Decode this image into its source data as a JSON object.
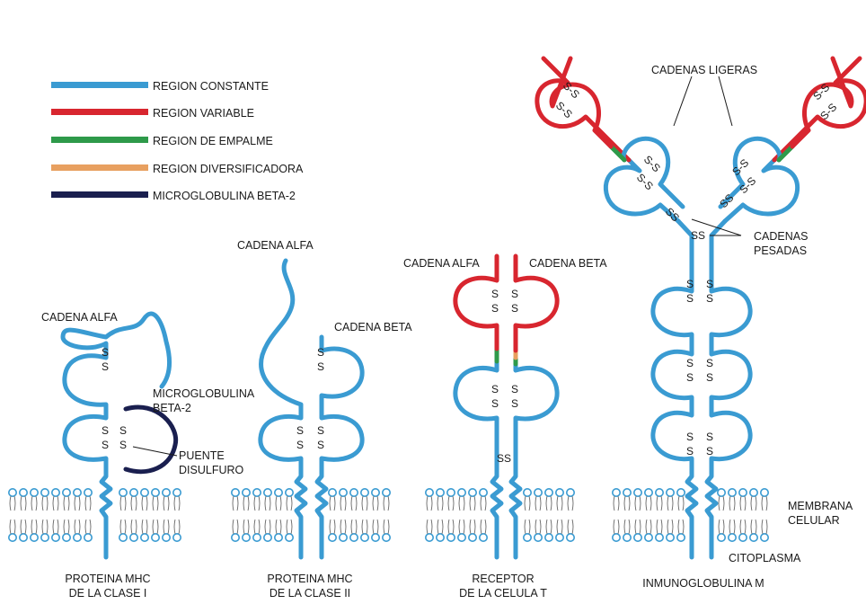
{
  "legend": [
    {
      "label": "REGION CONSTANTE",
      "color": "#3a9bd2"
    },
    {
      "label": "REGION VARIABLE",
      "color": "#d8262f"
    },
    {
      "label": "REGION DE EMPALME",
      "color": "#2e9a4a"
    },
    {
      "label": "REGION DIVERSIFICADORA",
      "color": "#e8a060"
    },
    {
      "label": "MICROGLOBULINA BETA-2",
      "color": "#1a1f4f"
    }
  ],
  "colors": {
    "membrane": "#3a9bd2",
    "bond_text": "#1a1a1a"
  },
  "bonds": {
    "vertical": "S\nS",
    "horizontal": "SS",
    "diagonal": "S-S"
  },
  "labels": {
    "mhc1_alpha": "CADENA ALFA",
    "mhc1_micro": [
      "MICROGLOBULINA",
      "BETA-2"
    ],
    "mhc1_bridge": [
      "PUENTE",
      "DISULFURO"
    ],
    "mhc2_alpha": "CADENA ALFA",
    "mhc2_beta": "CADENA BETA",
    "tcr_alpha": "CADENA ALFA",
    "tcr_beta": "CADENA BETA",
    "igm_light": "CADENAS LIGERAS",
    "igm_heavy": [
      "CADENAS",
      "PESADAS"
    ],
    "membrane": [
      "MEMBRANA",
      "CELULAR"
    ],
    "cytoplasm": "CITOPLASMA"
  },
  "captions": {
    "mhc1": [
      "PROTEINA MHC",
      "DE LA CLASE I"
    ],
    "mhc2": [
      "PROTEINA MHC",
      "DE LA CLASE II"
    ],
    "tcr": [
      "RECEPTOR",
      "DE LA CELULA T"
    ],
    "igm": "INMUNOGLOBULINA M"
  }
}
